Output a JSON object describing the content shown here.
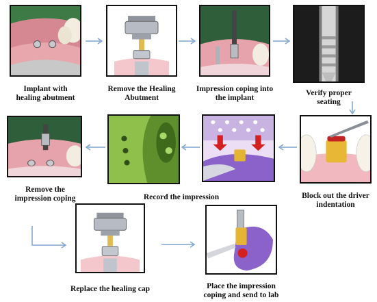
{
  "steps": [
    {
      "id": "step-1",
      "label": "Implant with healing abutment",
      "caption_lines": [
        "Implant with",
        "healing abutment"
      ]
    },
    {
      "id": "step-2",
      "label": "Remove the Healing Abutment",
      "caption_lines": [
        "Remove the Healing",
        "Abutment"
      ]
    },
    {
      "id": "step-3",
      "label": "Impression coping into the implant",
      "caption_lines": [
        "Impression coping into",
        "the implant"
      ]
    },
    {
      "id": "step-4",
      "label": "Verify proper seating",
      "caption_lines": [
        "Verify proper",
        "seating"
      ]
    },
    {
      "id": "step-5",
      "label": "Block out the driver indentation",
      "caption_lines": [
        "Block out the  driver",
        "indentation"
      ]
    },
    {
      "id": "step-6",
      "label": "Record the impression",
      "caption_lines": [
        "Record the impression"
      ]
    },
    {
      "id": "step-7",
      "label": "Remove the impression coping",
      "caption_lines": [
        "Remove the",
        "impression coping"
      ]
    },
    {
      "id": "step-8",
      "label": "Replace the healing cap",
      "caption_lines": [
        "Replace the healing cap"
      ]
    },
    {
      "id": "step-9",
      "label": "Place the impression coping and send to lab",
      "caption_lines": [
        "Place the impression",
        "coping and send to lab"
      ]
    }
  ],
  "colors": {
    "arrow": "#7da3cf",
    "border": "#111111",
    "gum": "#e79aa3",
    "tooth": "#f5f1e6",
    "metal": "#b9bcc3",
    "gold": "#e2b43b",
    "purple": "#8b62c9",
    "green": "#7cab3b",
    "xray": "#1c1c1c"
  }
}
